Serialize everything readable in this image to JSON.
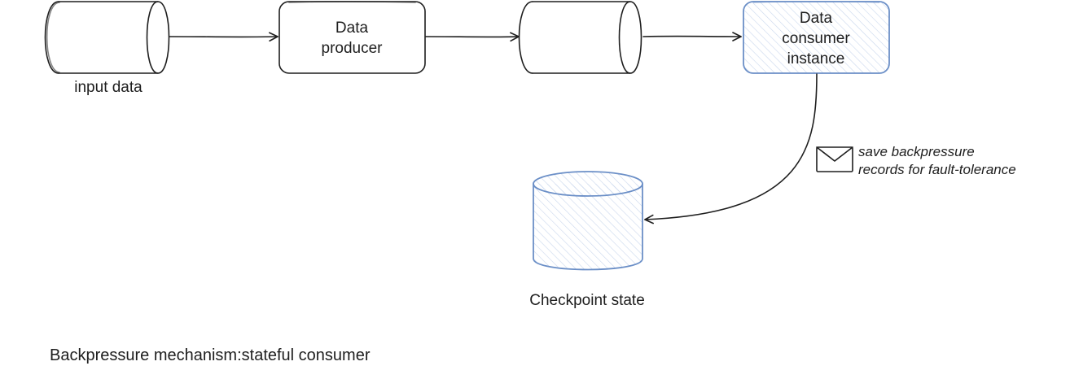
{
  "nodes": {
    "input_store": {
      "label": "input data"
    },
    "producer": {
      "line1": "Data",
      "line2": "producer"
    },
    "queue": {
      "label": ""
    },
    "consumer": {
      "line1": "Data",
      "line2": "consumer",
      "line3": "instance"
    },
    "checkpoint": {
      "label": "Checkpoint state"
    }
  },
  "edges": {
    "save_edge": {
      "line1": "save backpressure",
      "line2": "records for fault-tolerance",
      "icon": "envelope-icon"
    }
  },
  "caption": "Backpressure mechanism:stateful consumer",
  "colors": {
    "ink": "#1e1e1e",
    "accent_stroke": "#6b8fc7",
    "accent_hatch": "#c9d7ec"
  }
}
